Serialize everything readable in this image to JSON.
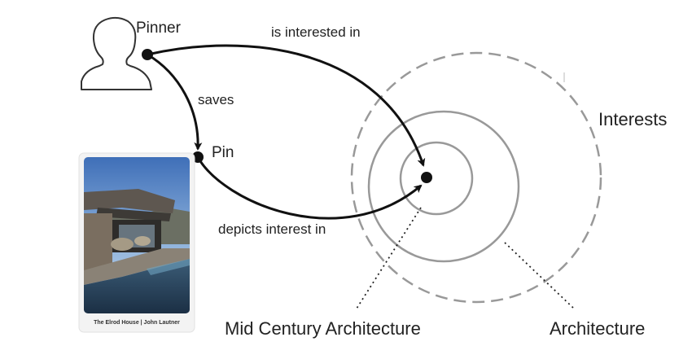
{
  "nodes": {
    "pinner": "Pinner",
    "pin": "Pin"
  },
  "edges": {
    "pinner_to_interest": "is interested in",
    "pinner_to_pin": "saves",
    "pin_to_interest": "depicts interest in"
  },
  "rings": {
    "outer": "Interests",
    "middle": "Architecture",
    "inner": "Mid Century Architecture"
  },
  "photo": {
    "caption": "The Elrod House | John Lautner"
  },
  "colors": {
    "ink": "#111111",
    "ring": "#999999",
    "text": "#222222"
  }
}
